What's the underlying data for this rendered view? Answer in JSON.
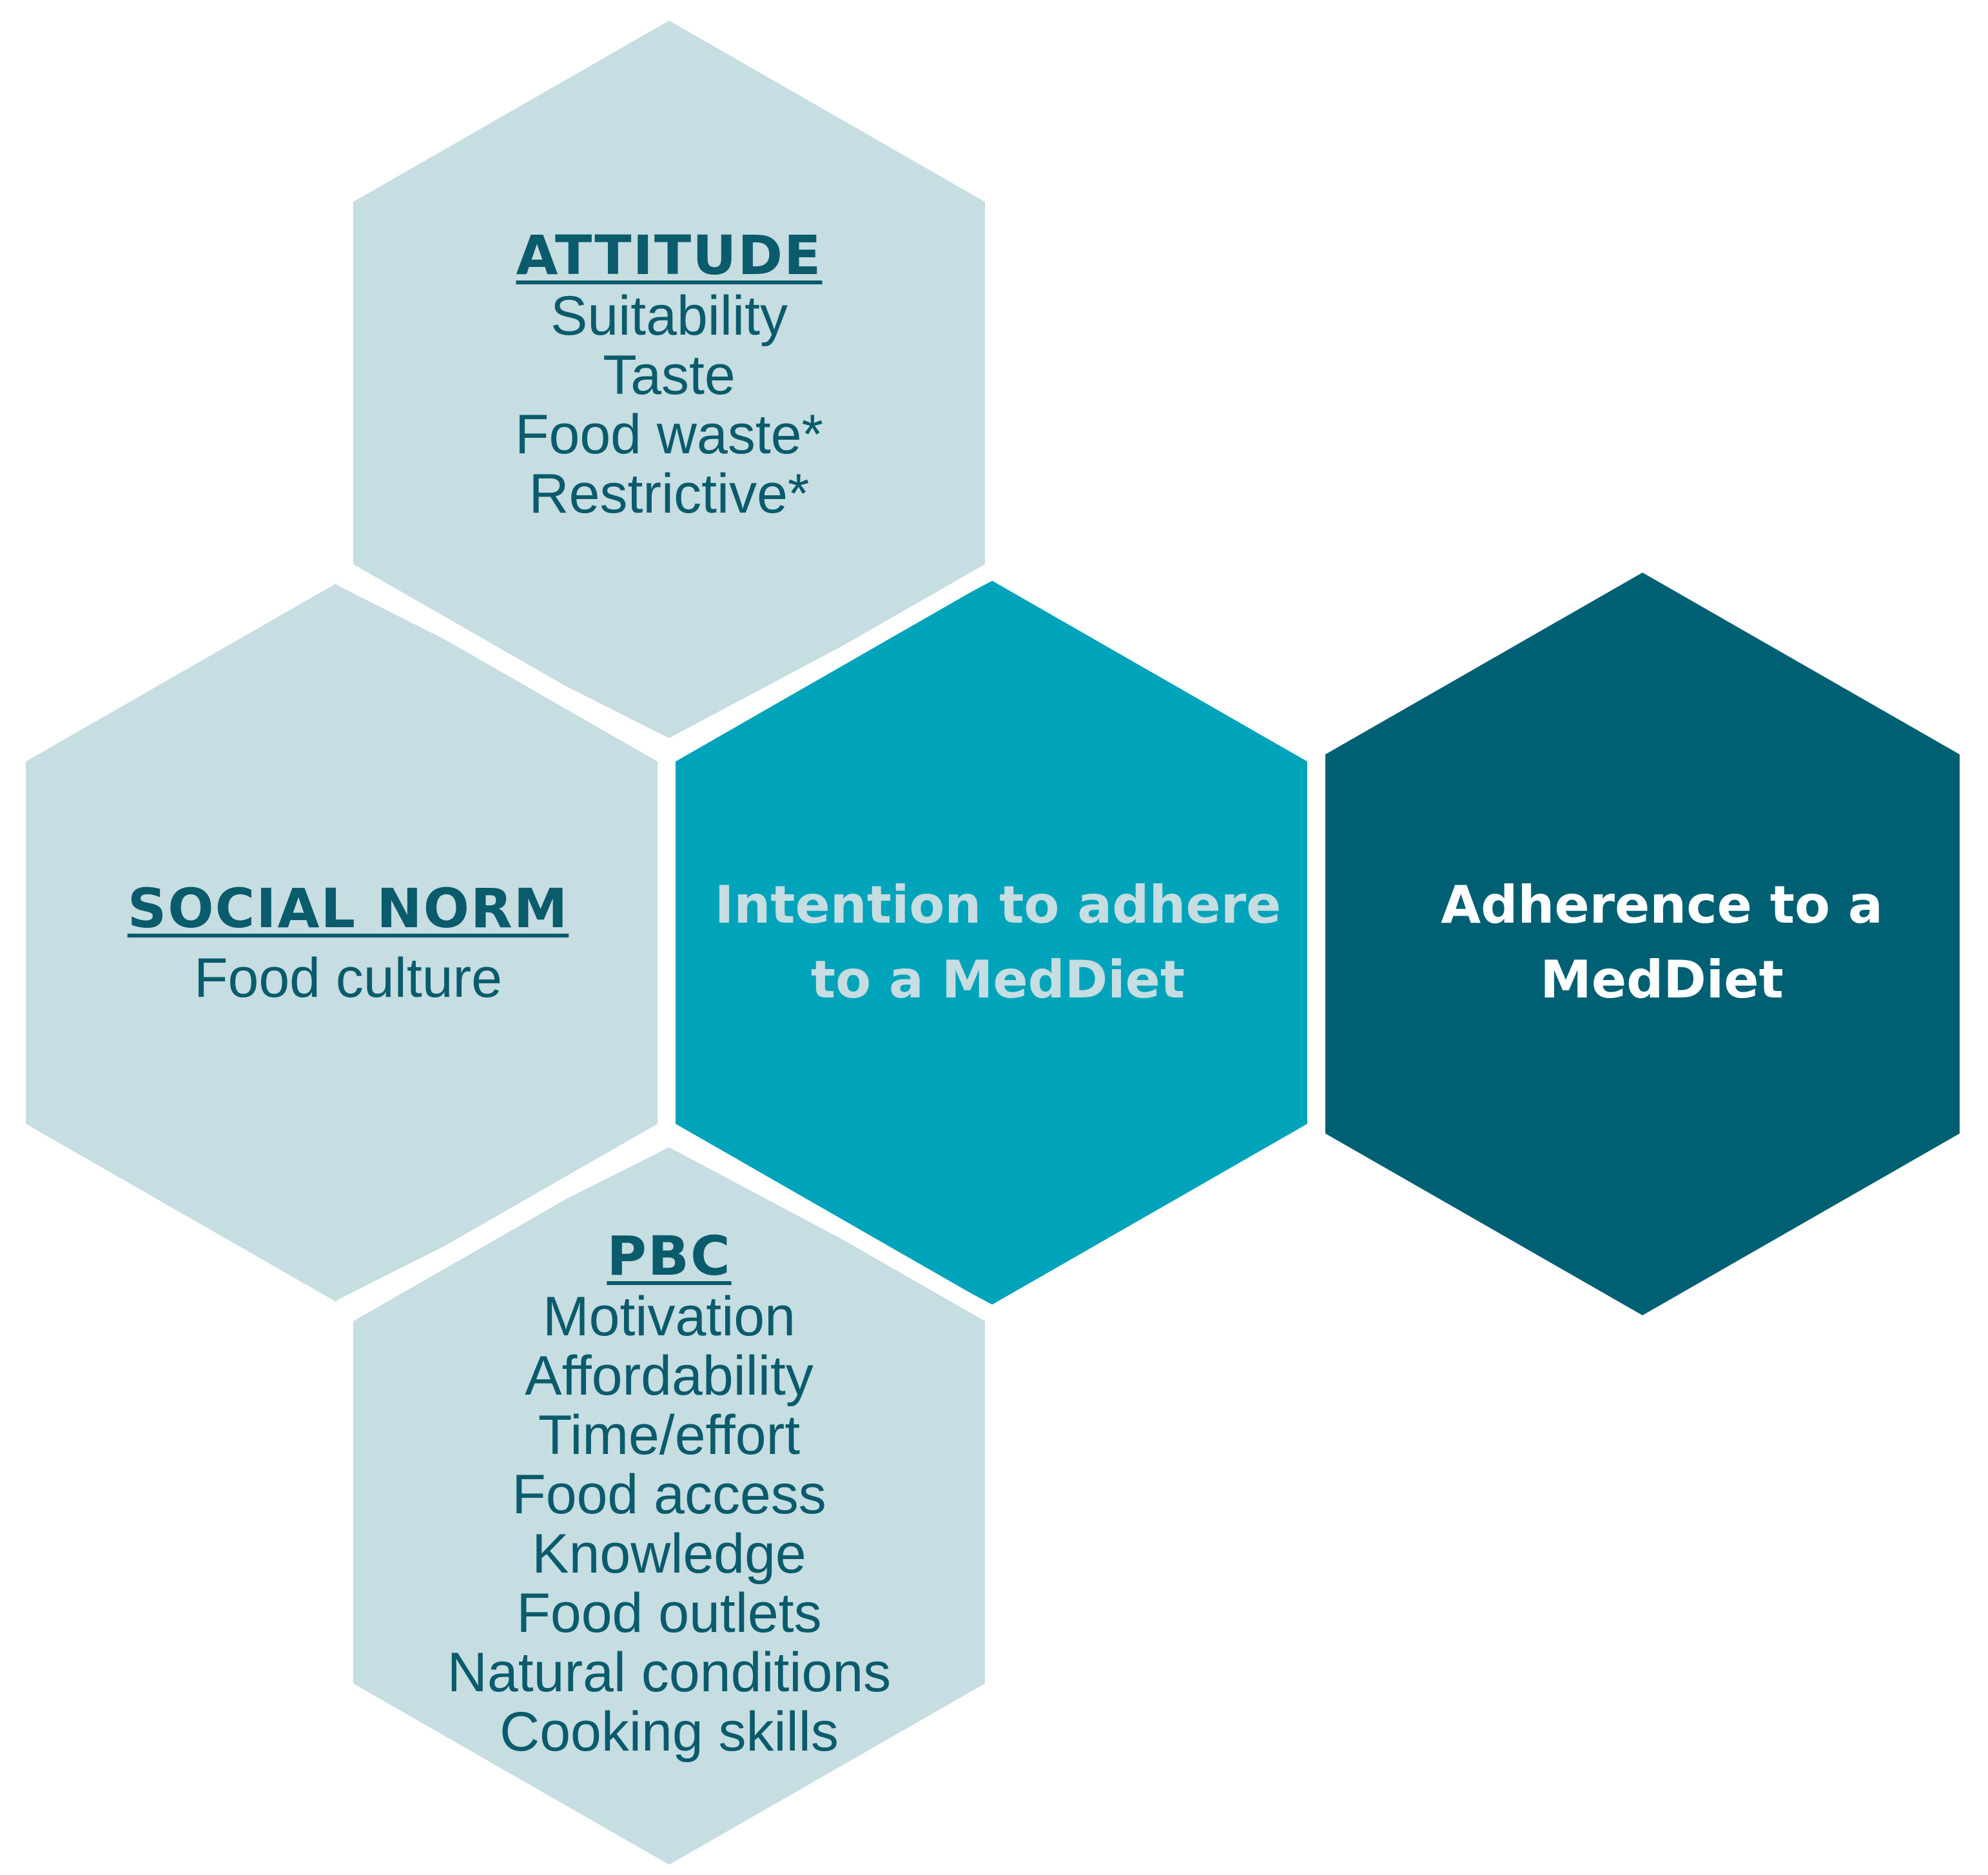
{
  "colors": {
    "light_hex": "#c6dde1",
    "mid_hex": "#00a4ba",
    "dark_hex": "#006073",
    "text_dark": "#0a5b6c",
    "text_intention": "#c6dde1",
    "text_adherence": "#ffffff",
    "separator": "#ffffff"
  },
  "attitude": {
    "heading": "ATTITUDE",
    "items": [
      "Suitability",
      "Taste",
      "Food waste*",
      "Restrictive*"
    ]
  },
  "social_norm": {
    "heading": "SOCIAL NORM",
    "items": [
      "Food culture"
    ]
  },
  "pbc": {
    "heading": "PBC",
    "items": [
      "Motivation",
      "Affordability",
      "Time/effort",
      "Food access",
      "Knowledge",
      "Food outlets",
      "Natural conditions",
      "Cooking skills"
    ]
  },
  "intention": {
    "lines": [
      "Intention to adhere",
      "to a MedDiet"
    ]
  },
  "adherence": {
    "lines": [
      "Adherence to a",
      "MedDiet"
    ]
  }
}
